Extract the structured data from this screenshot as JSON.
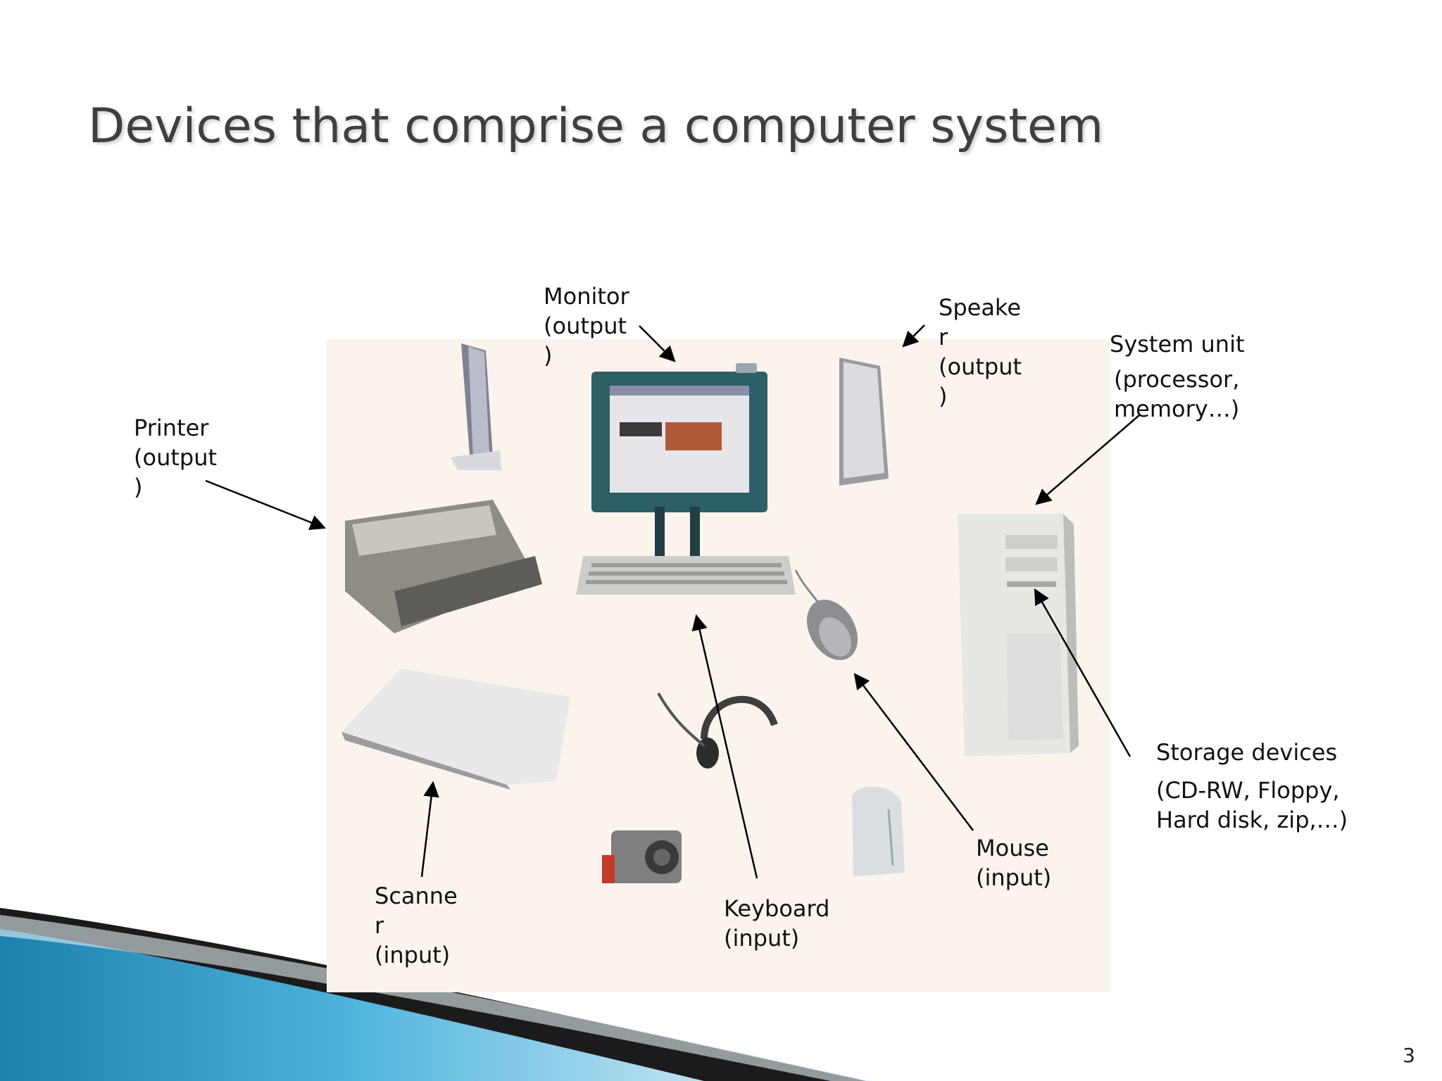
{
  "slide": {
    "title": "Devices that comprise a computer system",
    "page_number": "3"
  },
  "labels": {
    "monitor": "Monitor\n(output\n)",
    "speaker": "Speake\nr\n(output\n)",
    "system_unit": "System unit",
    "system_unit_detail": "(processor,\nmemory…)",
    "printer": "Printer\n(output\n)",
    "scanner": "Scanne\nr\n(input)",
    "keyboard": "Keyboard\n(input)",
    "mouse": "Mouse\n(input)",
    "storage": "Storage devices",
    "storage_detail": "(CD-RW, Floppy,\nHard disk, zip,…)"
  },
  "colors": {
    "title": "#3f3f3f",
    "photo_bg": "#fbf4ec",
    "wave_dark": "#1b1b1b",
    "wave_blue": "#2a93c4"
  }
}
